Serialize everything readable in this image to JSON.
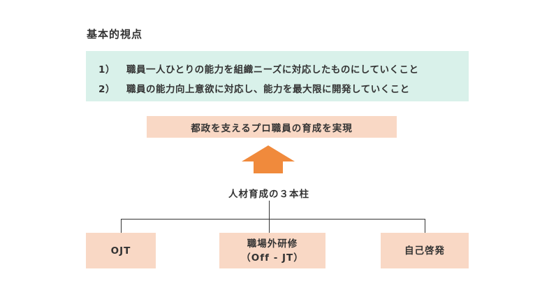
{
  "section_title": "基本的視点",
  "viewpoints": [
    {
      "number": "1）",
      "text": "職員一人ひとりの能力を組織ニーズに対応したものにしていくこと"
    },
    {
      "number": "2）",
      "text": "職員の能力向上意欲に対応し、能力を最大限に開発していくこと"
    }
  ],
  "goal": "都政を支えるプロ職員の育成を実現",
  "pillars_label": "人材育成の３本柱",
  "pillars": [
    {
      "label": "OJT",
      "sub": ""
    },
    {
      "label": "職場外研修",
      "sub": "（Off - JT）"
    },
    {
      "label": "自己啓発",
      "sub": ""
    }
  ],
  "colors": {
    "viewpoint_bg": "#d9f1ea",
    "box_bg": "#f9d8c5",
    "arrow": "#f08a3c",
    "line": "#333333"
  }
}
